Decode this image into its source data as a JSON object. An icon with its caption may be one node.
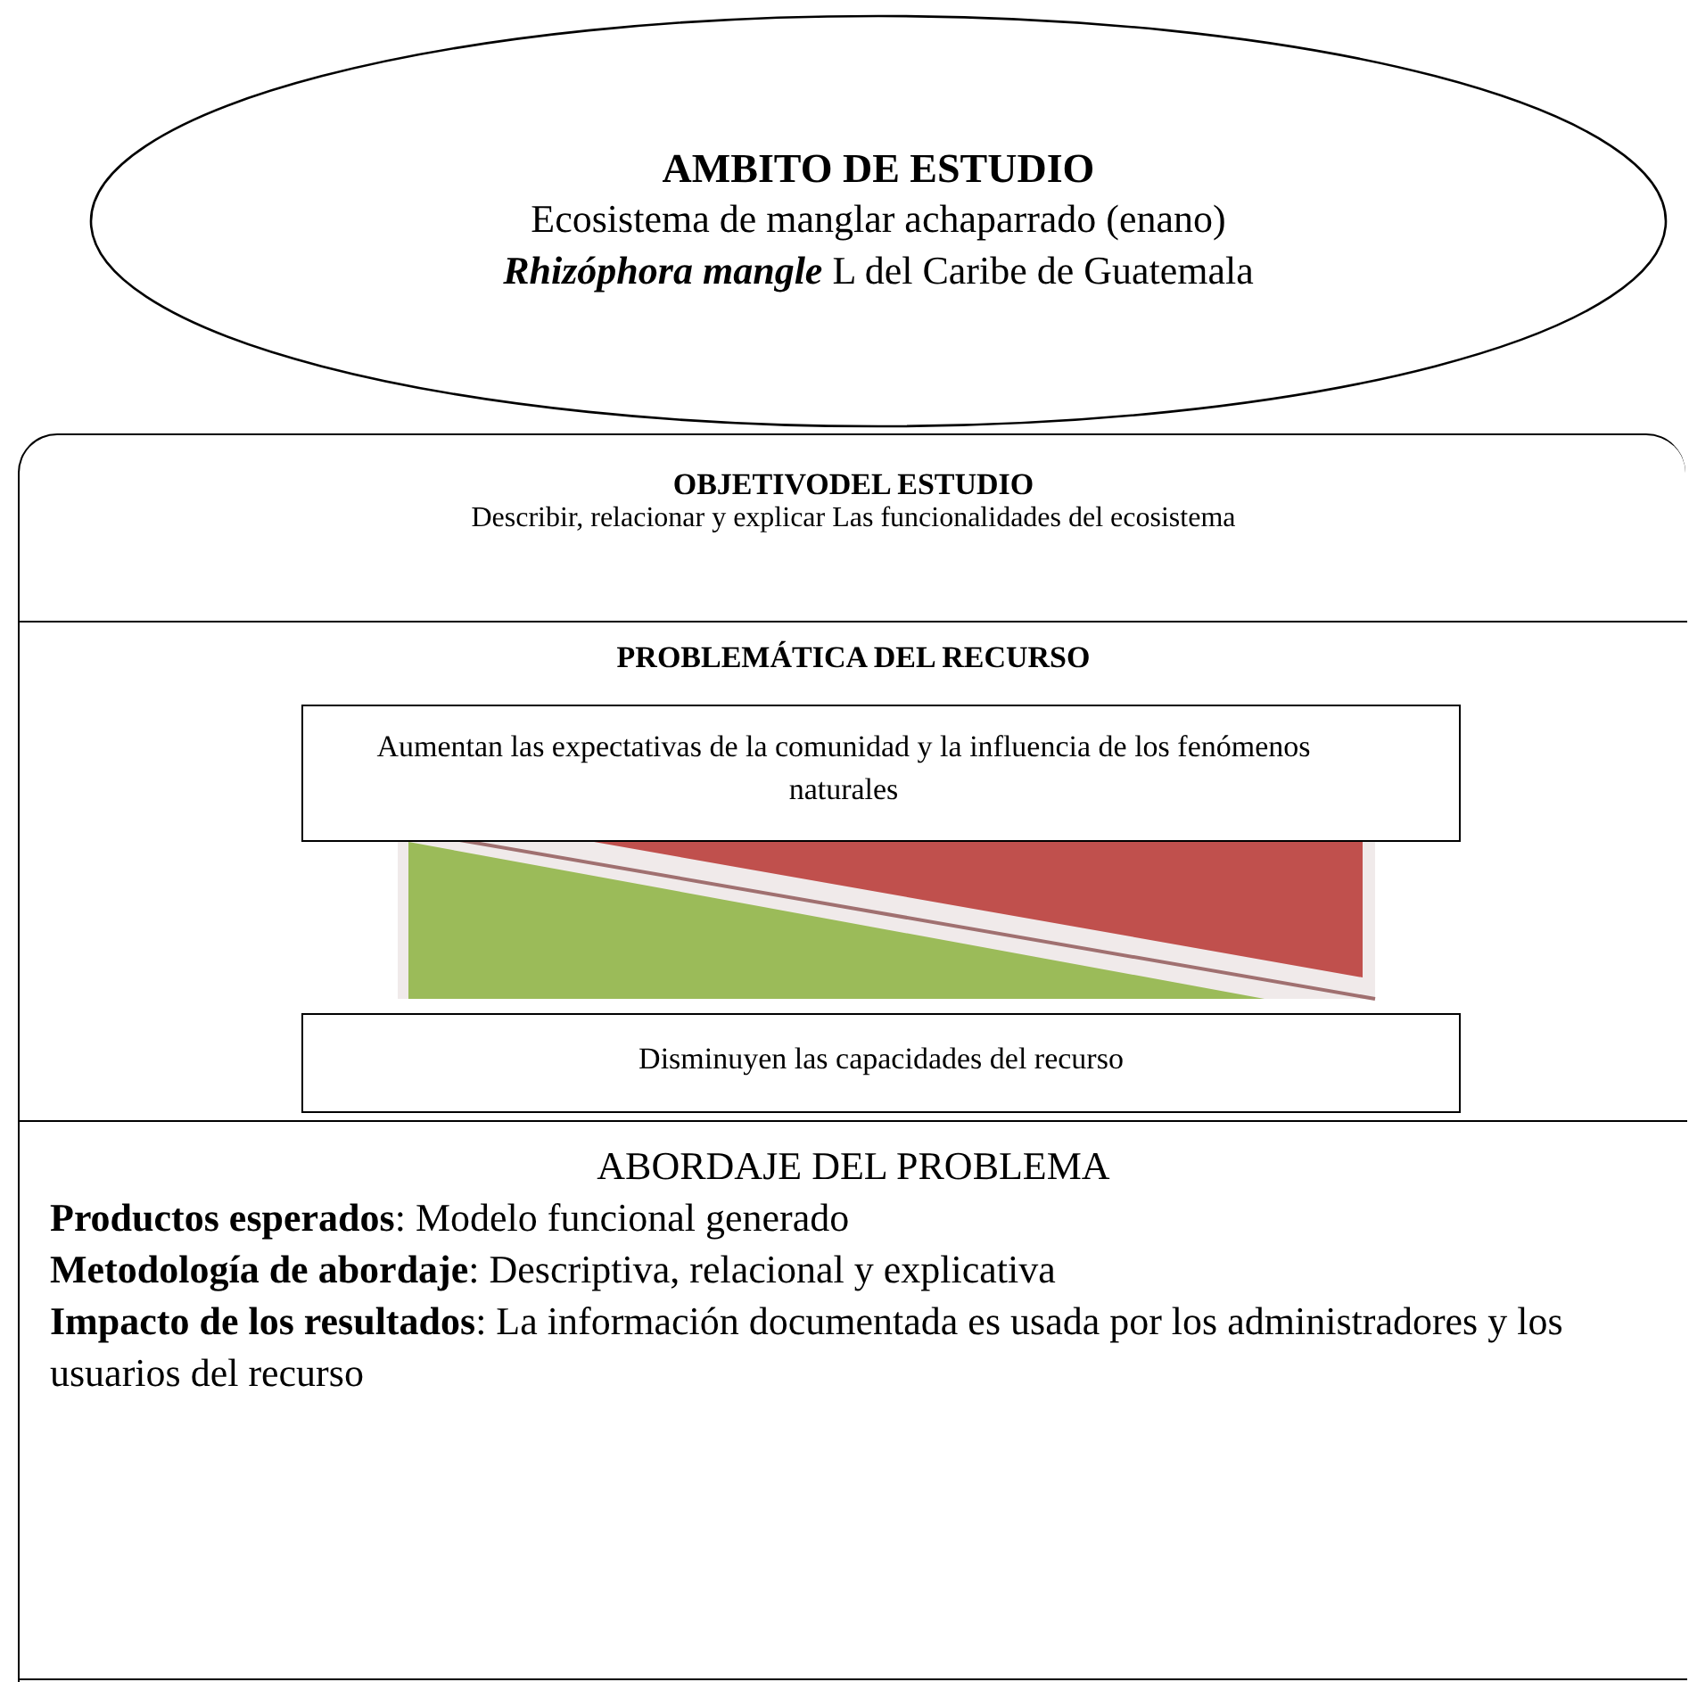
{
  "diagram": {
    "nodes": [
      {
        "text": [
          "AMBITO DE ESTUDIO",
          "Ecosistema de manglar achaparrado (enano) **Rhizóphora mangle** L del Caribe de Guatemala"
        ]
      },
      {
        "text": [],
        "shape": "box"
      },
      {
        "text": [
          "OBJETIVODEL ESTUDIO",
          "Describir, relacionar y explicar Las funcionalidades del ecosistema"
        ],
        "in": 1
      },
      {
        "text": [
          "PROBLEMÁTICA DEL RECURSO"
        ],
        "in": 1
      },
      {
        "text": [
          "Aumentan las expectativas de la comunidad y la influencia de los fenómenos naturales"
        ],
        "in": 3
      },
      {
        "text": [
          "Disminuyen las capacidades del recurso"
        ],
        "in": 3
      },
      {
        "text": [
          "ABORDAJE DEL PROBLEMA",
          "**Productos esperados**: Modelo funcional generado",
          "**Metodología de abordaje**: Descriptiva, relacional y explicativa",
          "**Impacto de los resultados**: La información documentada es usada por los administradores y los usuarios del recurso"
        ],
        "in": 1
      }
    ]
  }
}
